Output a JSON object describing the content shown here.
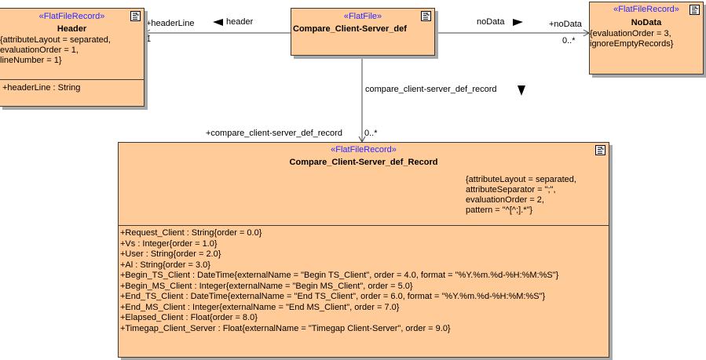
{
  "diagram": {
    "classes": {
      "header": {
        "stereotype": "«FlatFileRecord»",
        "name": "Header",
        "tagged_values": [
          "{attributeLayout = separated,",
          "evaluationOrder = 1,",
          "lineNumber = 1}"
        ],
        "attributes": [
          "+headerLine : String"
        ]
      },
      "flatfile": {
        "stereotype": "«FlatFile»",
        "name": "Compare_Client-Server_def"
      },
      "nodata": {
        "stereotype": "«FlatFileRecord»",
        "name": "NoData",
        "tagged_values": [
          "{evaluationOrder = 3,",
          "ignoreEmptyRecords}"
        ]
      },
      "record": {
        "stereotype": "«FlatFileRecord»",
        "name": "Compare_Client-Server_def_Record",
        "tagged_values": [
          "{attributeLayout = separated,",
          "attributeSeparator = \";\",",
          "evaluationOrder = 2,",
          "pattern = \"^[^;].*\"}"
        ],
        "attributes": [
          "+Request_Client : String{order = 0.0}",
          "+Vs : Integer{order = 1.0}",
          "+User : String{order = 2.0}",
          "+Al : String{order = 3.0}",
          "+Begin_TS_Client : DateTime{externalName = \"Begin TS_Client\", order = 4.0, format = \"%Y.%m.%d-%H:%M:%S\"}",
          "+Begin_MS_Client : Integer{externalName = \"Begin MS_Client\", order = 5.0}",
          "+End_TS_Client : DateTime{externalName = \"End TS_Client\", order = 6.0, format = \"%Y.%m.%d-%H:%M:%S\"}",
          "+End_MS_Client : Integer{externalName = \"End MS_Client\", order = 7.0}",
          "+Elapsed_Client : Float{order = 8.0}",
          "+Timegap_Client_Server : Float{externalName = \"Timegap Client-Server\", order = 9.0}"
        ]
      }
    },
    "associations": {
      "header": {
        "name": "header",
        "role": "+headerLine",
        "multiplicity": "1",
        "direction_icon": "triangle-left-icon"
      },
      "nodata": {
        "name": "noData",
        "role": "+noData",
        "multiplicity": "0..*",
        "direction_icon": "triangle-right-icon"
      },
      "record": {
        "name": "compare_client-server_def_record",
        "role": "+compare_client-server_def_record",
        "multiplicity": "0..*",
        "direction_icon": "triangle-down-icon"
      }
    },
    "colors": {
      "class_fill": "#ffcc99",
      "stereotype_text": "#2a2aff",
      "border": "#3a3a3a",
      "shadow": "#a8a8a8"
    }
  }
}
